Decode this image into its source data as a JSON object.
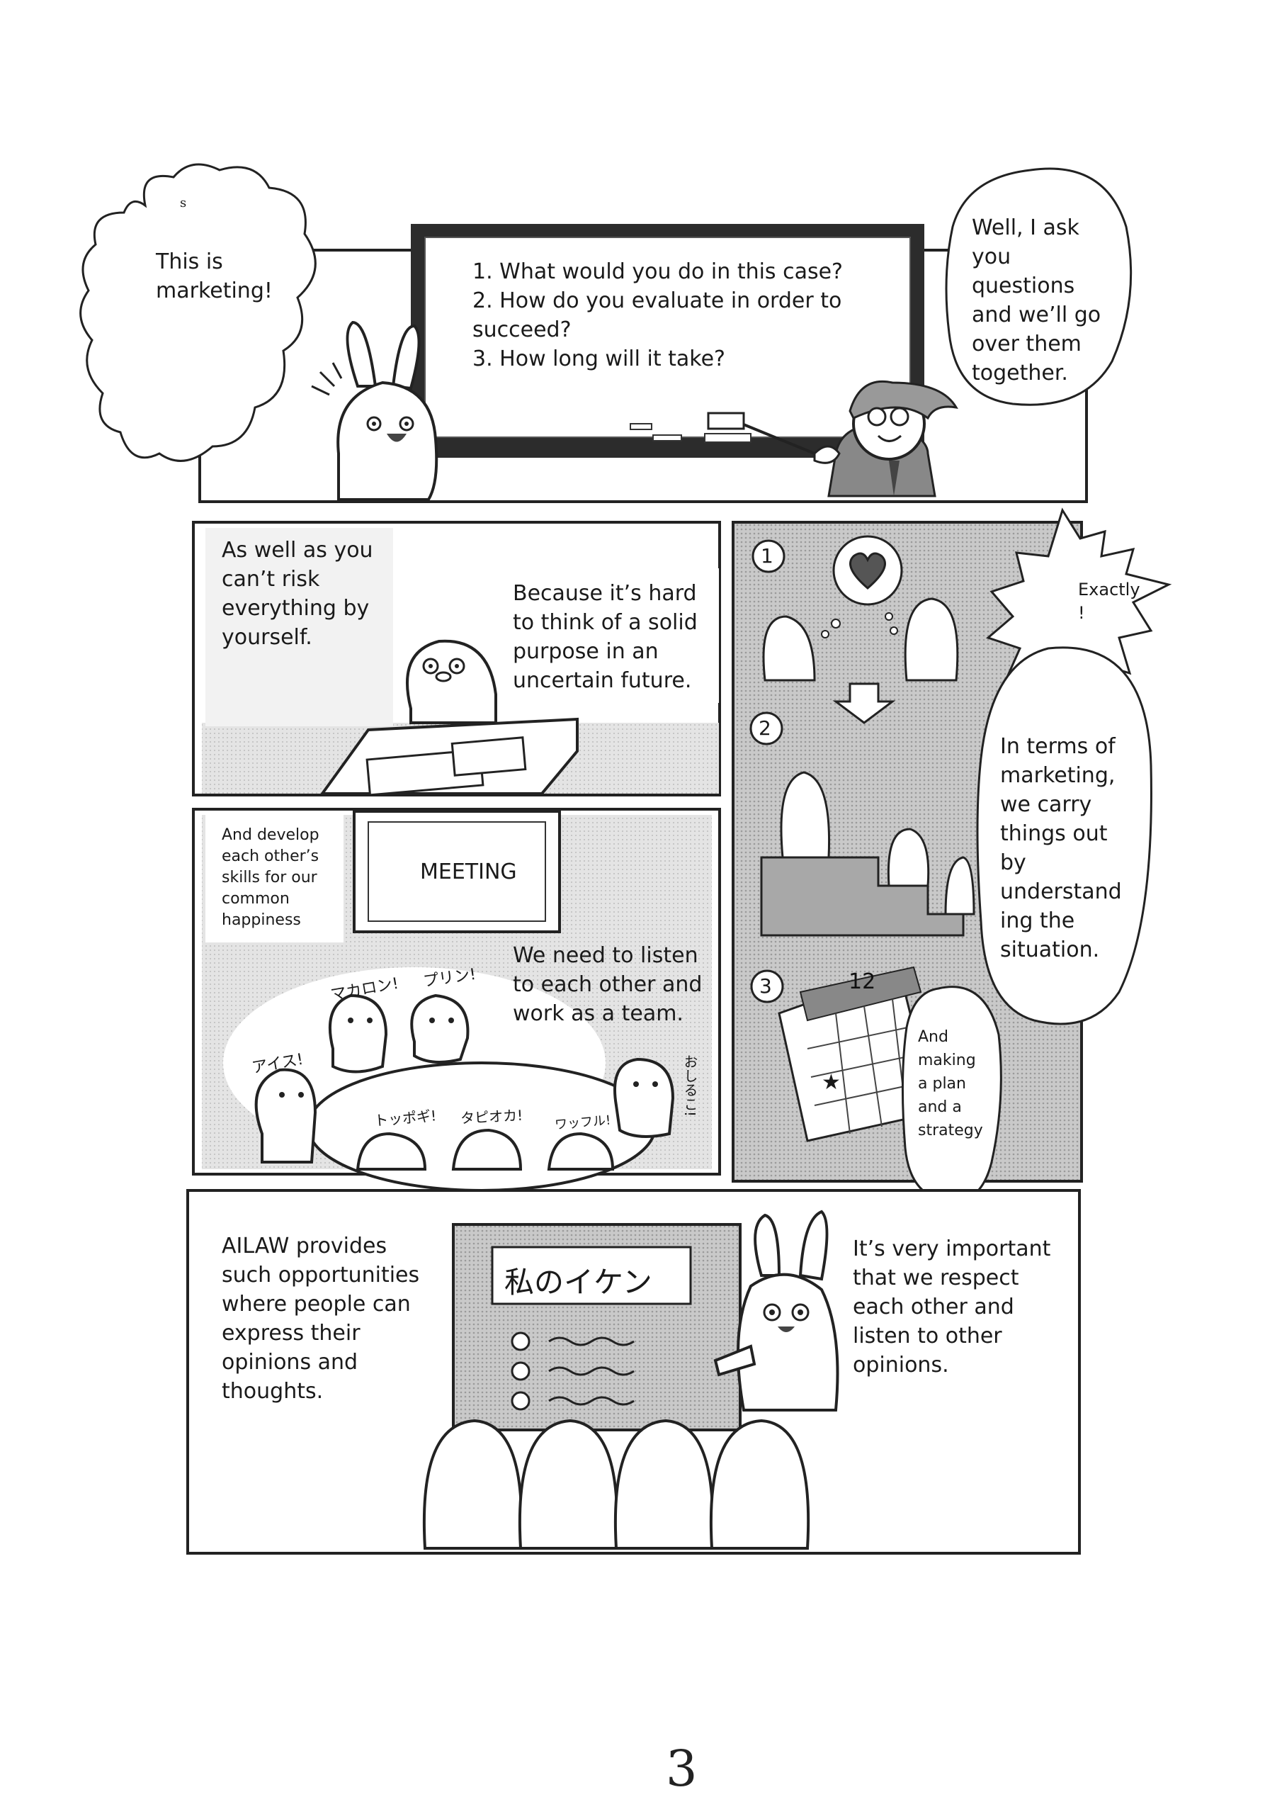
{
  "panel1": {
    "bubble_left_mark": "s",
    "bubble_left_text": "This is\nmarketing!",
    "board_lines": [
      "1. What would you do in this case?",
      "2. How do you evaluate in order to\nsucceed?",
      "3. How long will it take?"
    ],
    "bubble_right_text": "Well, I ask\nyou\nquestions\nand we’ll go\nover them\ntogether."
  },
  "panel2": {
    "box_text": "As well as you\ncan’t risk\neverything by\nyourself.",
    "text_right": "Because it’s hard\nto think of a solid\npurpose in an\nuncertain future."
  },
  "panel3": {
    "box_text": "And develop\neach other’s\nskills for our\ncommon\nhappiness",
    "meeting_label": "MEETING",
    "text_right": "We need to listen\nto each other and\nwork as a team.",
    "sfx": [
      "マカロン!",
      "プリン!",
      "アイス!",
      "トッポギ!",
      "タピオカ!",
      "ワッフル!",
      "おしるこ!"
    ]
  },
  "panel4": {
    "step_numbers": [
      "1",
      "2",
      "3"
    ],
    "calendar_number": "12",
    "bubble_exactly": "Exactly\n!",
    "bubble_marketing": "In terms of\nmarketing,\nwe carry\nthings out\nby\nunderstand\ning the\nsituation.",
    "bubble_plan": "And\nmaking\na plan\nand a\nstrategy"
  },
  "panel5": {
    "text_left": "AILAW provides\nsuch opportunities\nwhere people can\nexpress their\nopinions and\nthoughts.",
    "board_title": "私のイケン",
    "text_right": "It’s very important\nthat we respect\neach other and\nlisten to other\nopinions."
  },
  "page_number": "3"
}
